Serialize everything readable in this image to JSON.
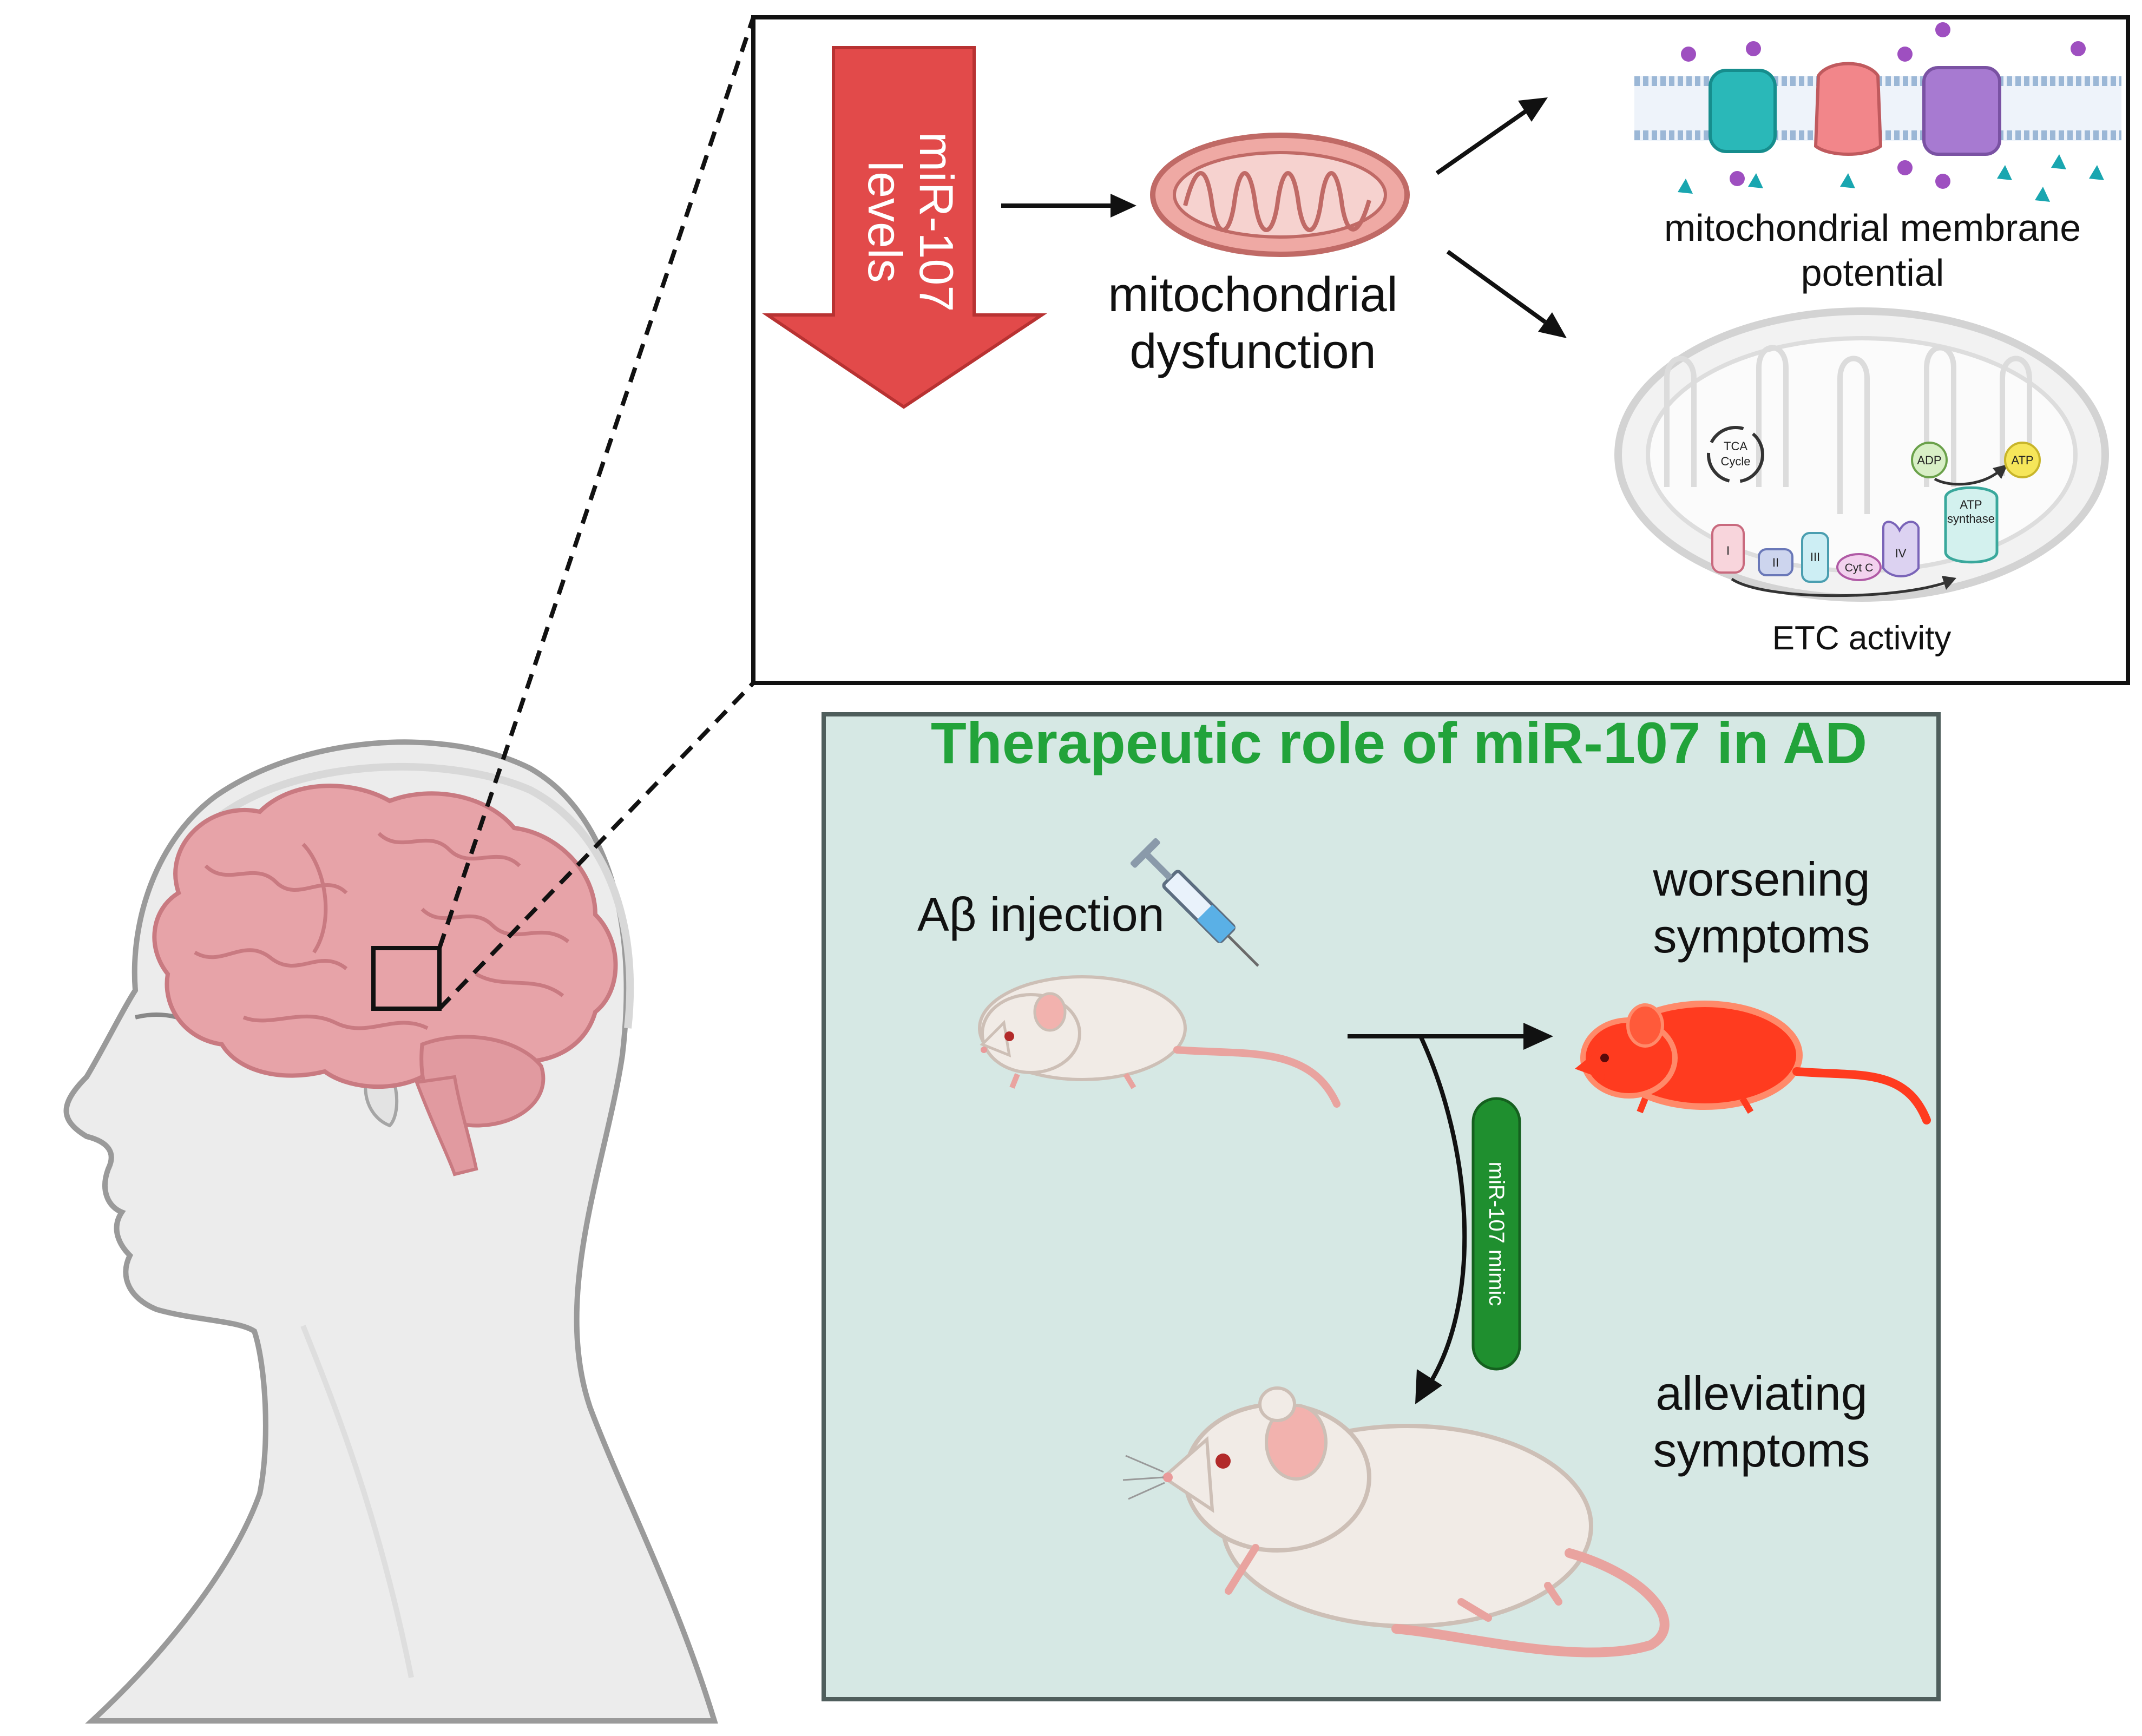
{
  "top_panel": {
    "arrow_label_line1": "miR-107",
    "arrow_label_line2": "levels",
    "mito_label_line1": "mitochondrial",
    "mito_label_line2": "dysfunction",
    "membrane_label_line1": "mitochondrial membrane",
    "membrane_label_line2": "potential",
    "etc_label": "ETC activity",
    "etc": {
      "tca_line1": "TCA",
      "tca_line2": "Cycle",
      "adp": "ADP",
      "atp": "ATP",
      "atp_synthase_line1": "ATP",
      "atp_synthase_line2": "synthase",
      "complex_1": "I",
      "complex_2": "II",
      "complex_3": "III",
      "cyt_c": "Cyt C",
      "complex_4": "IV"
    }
  },
  "bottom_panel": {
    "title": "Therapeutic role of miR-107 in AD",
    "injection_label": "Aβ injection",
    "worsening_line1": "worsening",
    "worsening_line2": "symptoms",
    "mimic_label": "miR-107 mimic",
    "alleviating_line1": "alleviating",
    "alleviating_line2": "symptoms"
  },
  "colors": {
    "title_green": "#22a33a",
    "panel_bg": "#d6e8e4",
    "arrow_red": "#e24a4a",
    "mimic_green": "#1f8f2f",
    "brain_pink": "#e7a3a8",
    "worsening_mouse": "#ff3b1f"
  }
}
